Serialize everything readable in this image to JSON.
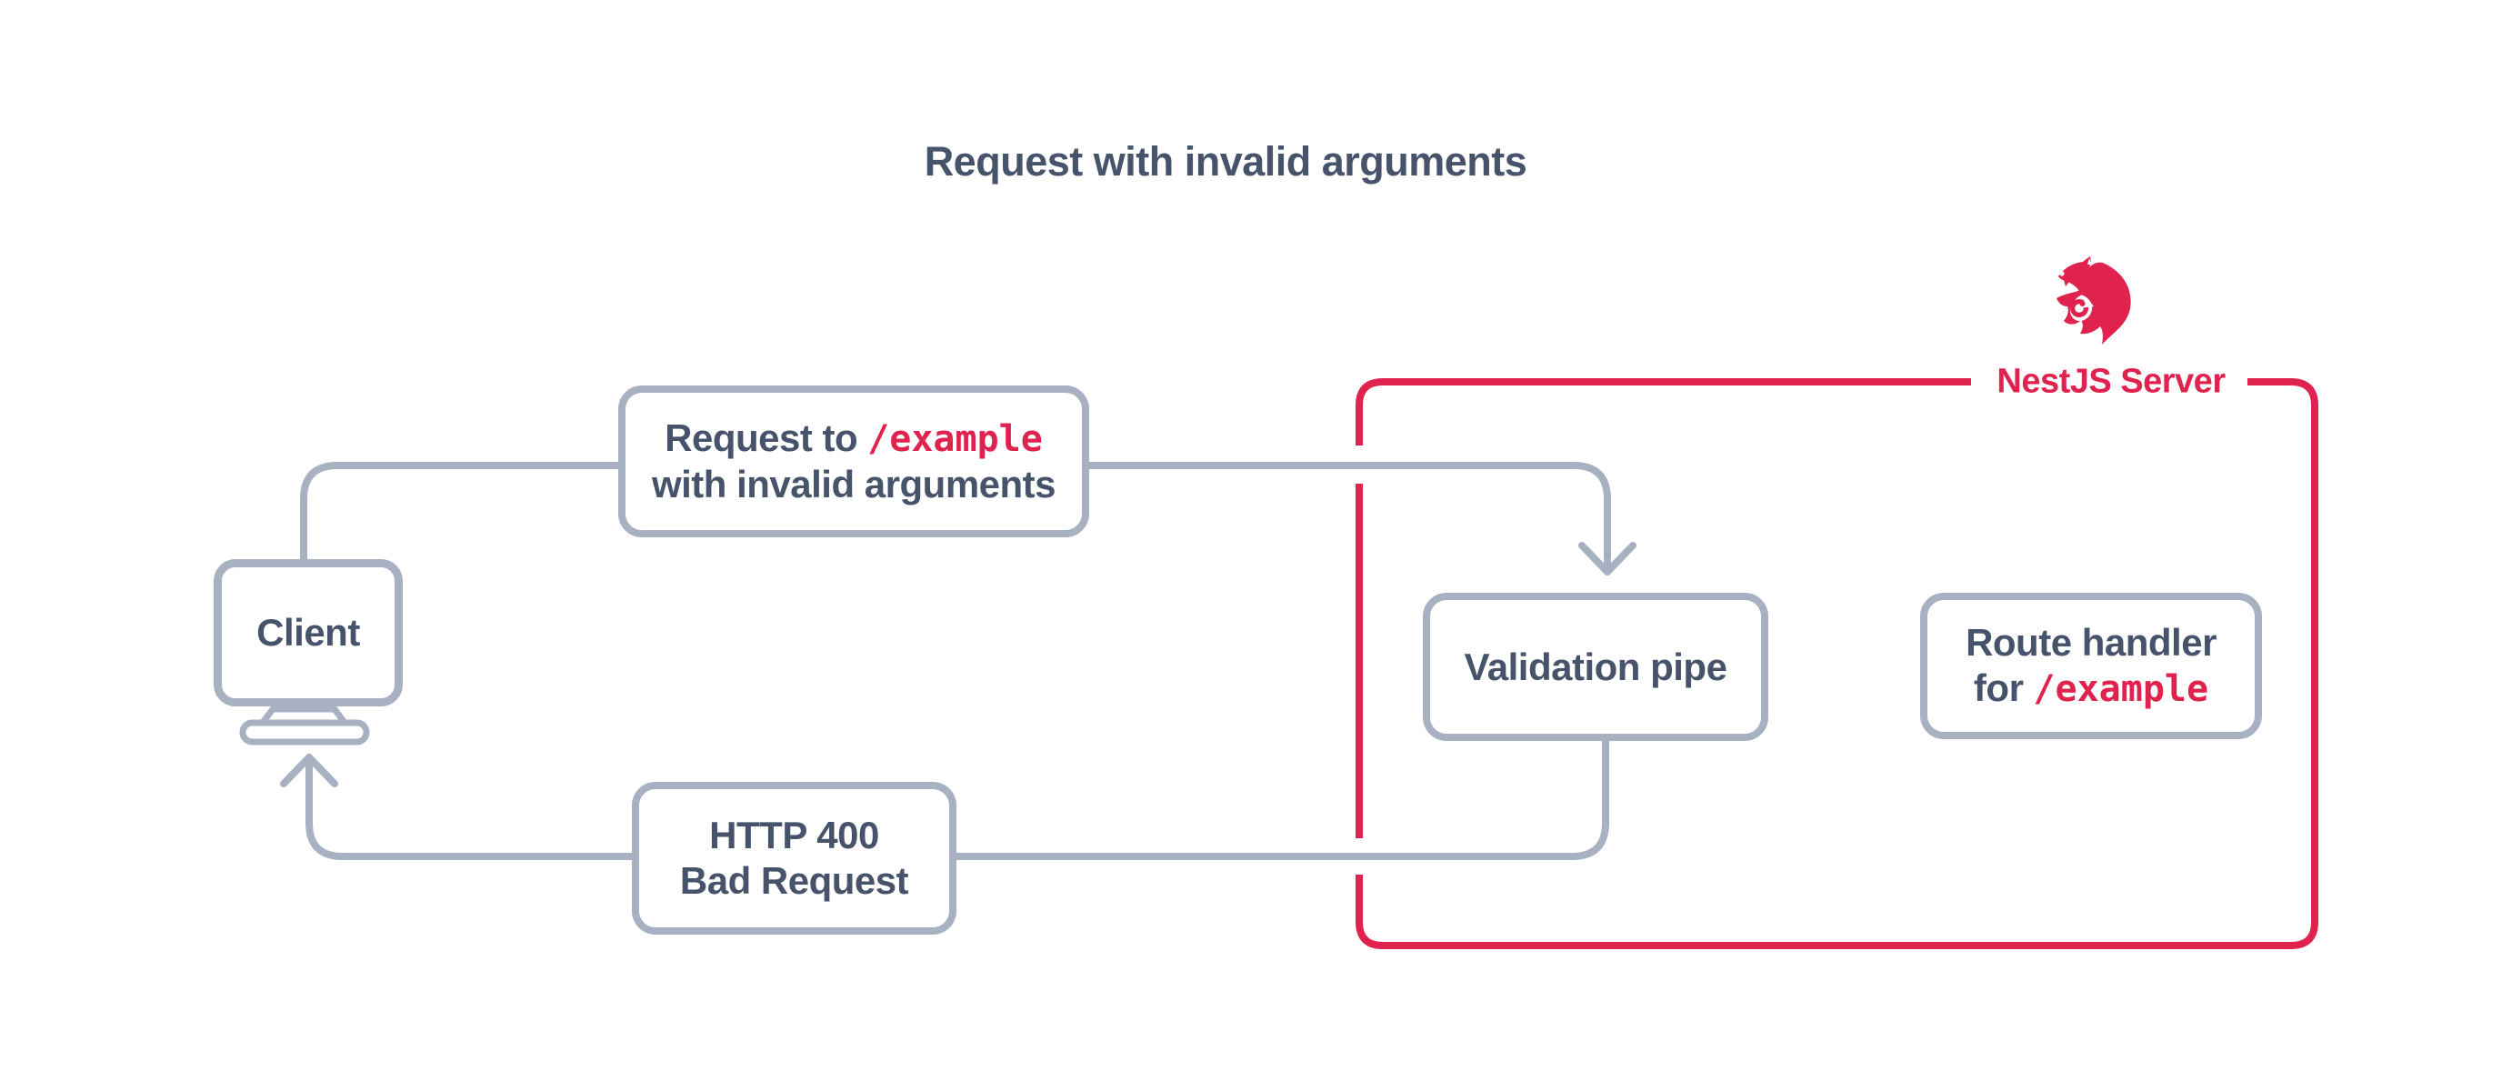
{
  "title": "Request with invalid arguments",
  "colors": {
    "line": "#A7B1C2",
    "text": "#46536B",
    "accent": "#E0234E",
    "background": "#FFFFFF"
  },
  "client_node": {
    "label": "Client"
  },
  "request_box": {
    "prefix": "Request to",
    "path": "/example",
    "line2": "with invalid arguments"
  },
  "validation_box": {
    "label": "Validation pipe"
  },
  "route_box": {
    "line1": "Route handler",
    "prefix": "for",
    "path": "/example"
  },
  "response_box": {
    "line1": "HTTP 400",
    "line2": "Bad Request"
  },
  "server": {
    "label": "NestJS Server"
  },
  "icons": {
    "logo": "nestjs-cat-logo",
    "client": "monitor-icon",
    "arrows": "arrowhead-chevron"
  }
}
